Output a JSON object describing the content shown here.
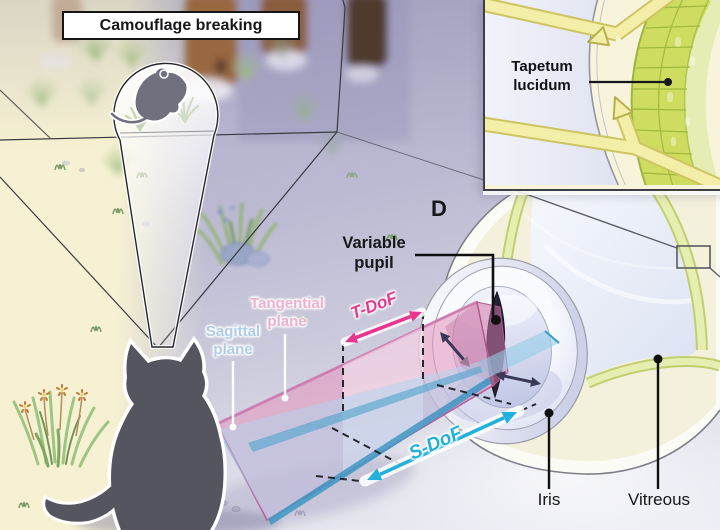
{
  "figure": {
    "scene": {
      "camouflage_label": "Camouflage breaking"
    },
    "inset": {
      "tapetum_line1": "Tapetum",
      "tapetum_line2": "lucidum"
    },
    "eye_panel": {
      "letter": "D",
      "variable_line1": "Variable",
      "variable_line2": "pupil",
      "iris_label": "Iris",
      "vitreous_label": "Vitreous"
    },
    "planes": {
      "tangential_line1": "Tangential",
      "tangential_line2": "plane",
      "sagittal_line1": "Sagittal",
      "sagittal_line2": "plane"
    },
    "dof": {
      "t_label": "T-DoF",
      "s_label": "S-DoF"
    }
  },
  "colors": {
    "t_dof_magenta": "#e8368e",
    "s_dof_cyan": "#23b0da",
    "tangential_text_pink": "#edafce",
    "sagittal_text_blue": "#aecce9",
    "pink_plane": "#e496c0",
    "blue_plane": "#7db9dc",
    "tapetum_green": "#cedd60",
    "background_left_warm": "#f6f1d2",
    "background_right_lavender": "#b0aecb",
    "cat_silhouette": "#55555f",
    "eye_cream": "#f3f0db"
  }
}
